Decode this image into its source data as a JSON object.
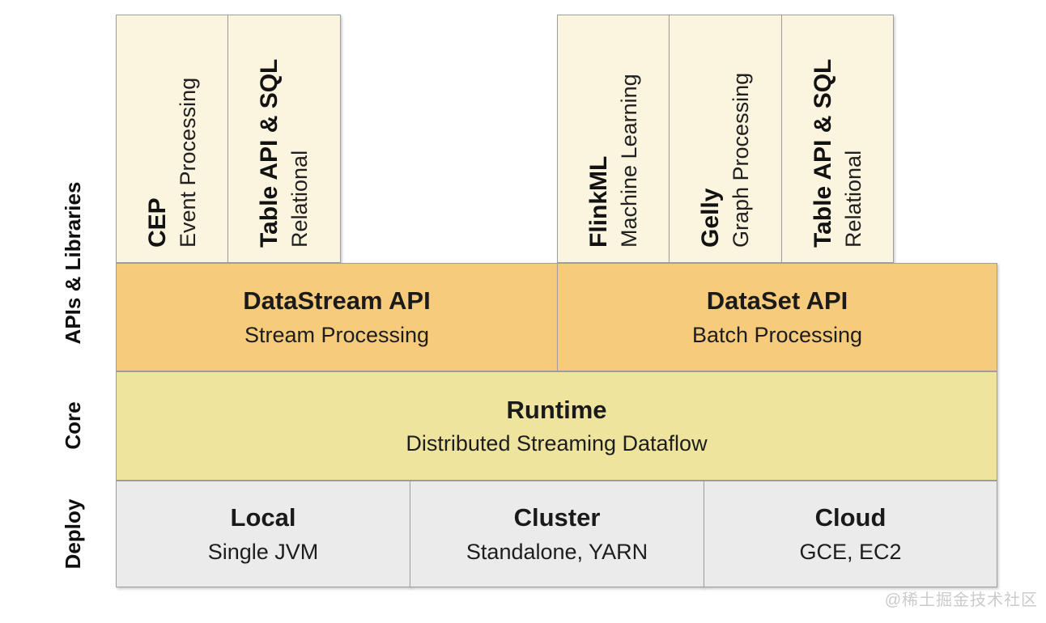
{
  "side_labels": {
    "apis_libraries": "APIs & Libraries",
    "core": "Core",
    "deploy": "Deploy"
  },
  "libraries": [
    {
      "title": "CEP",
      "subtitle": "Event Processing"
    },
    {
      "title": "Table API & SQL",
      "subtitle": "Relational"
    },
    {
      "title": "FlinkML",
      "subtitle": "Machine Learning"
    },
    {
      "title": "Gelly",
      "subtitle": "Graph Processing"
    },
    {
      "title": "Table API & SQL",
      "subtitle": "Relational"
    }
  ],
  "apis": [
    {
      "title": "DataStream API",
      "subtitle": "Stream Processing"
    },
    {
      "title": "DataSet API",
      "subtitle": "Batch Processing"
    }
  ],
  "core_box": {
    "title": "Runtime",
    "subtitle": "Distributed Streaming Dataflow"
  },
  "deploy_boxes": [
    {
      "title": "Local",
      "subtitle": "Single JVM"
    },
    {
      "title": "Cluster",
      "subtitle": "Standalone, YARN"
    },
    {
      "title": "Cloud",
      "subtitle": "GCE, EC2"
    }
  ],
  "watermark": "@稀土掘金技术社区",
  "colors": {
    "cream": "#fbf4df",
    "orange": "#f6cb7c",
    "yellow": "#eee49d",
    "gray": "#ebebeb",
    "border": "#9e9e9e"
  }
}
